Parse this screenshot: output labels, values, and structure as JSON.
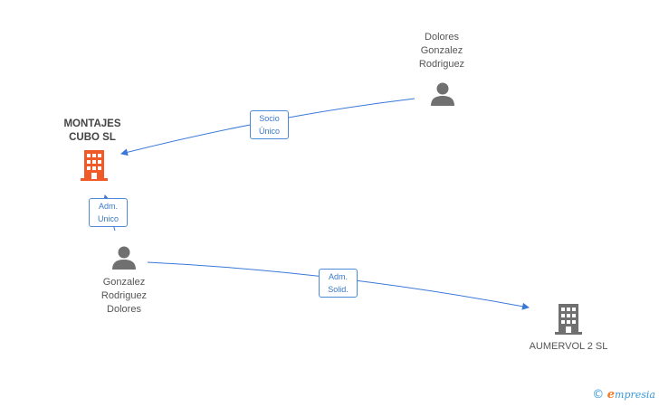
{
  "nodes": {
    "montajes": {
      "label": "MONTAJES\nCUBO SL",
      "type": "company",
      "color": "#f05a28"
    },
    "dolores_top": {
      "label": "Dolores\nGonzalez\nRodriguez",
      "type": "person",
      "color": "#707070"
    },
    "gonzalez": {
      "label": "Gonzalez\nRodriguez\nDolores",
      "type": "person",
      "color": "#707070"
    },
    "aumervol": {
      "label": "AUMERVOL 2 SL",
      "type": "company",
      "color": "#707070"
    }
  },
  "edges": {
    "socio": {
      "label": "Socio\nÚnico",
      "color": "#3a78d8"
    },
    "adm_unico": {
      "label": "Adm.\nUnico",
      "color": "#3a78d8"
    },
    "adm_solid": {
      "label": "Adm.\nSolid.",
      "color": "#3a78d8"
    }
  },
  "footer": {
    "copyright_symbol": "©",
    "brand_initial": "e",
    "brand_rest": "mpresia"
  }
}
